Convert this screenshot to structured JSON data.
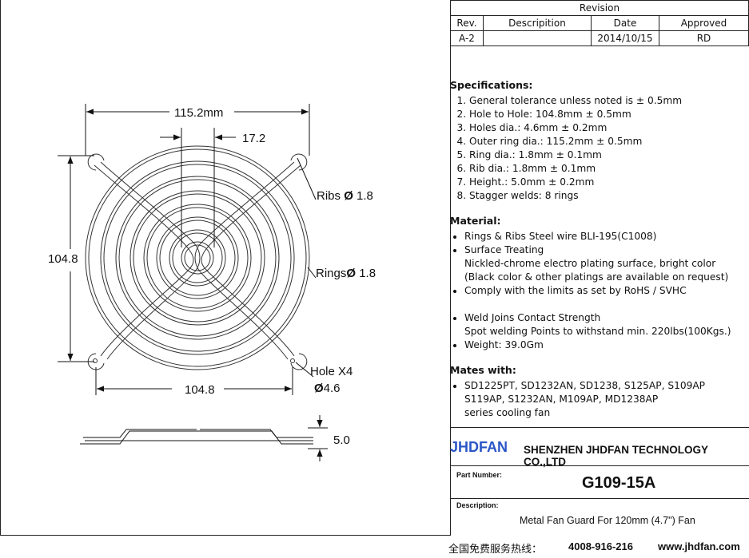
{
  "revision": {
    "title": "Revision",
    "headers": [
      "Rev.",
      "Descripition",
      "Date",
      "Approved"
    ],
    "row": [
      "A-2",
      "",
      "2014/10/15",
      "RD"
    ]
  },
  "specifications": {
    "title": "Specifications:",
    "items": [
      "General tolerance unless noted is ± 0.5mm",
      "Hole to Hole: 104.8mm ± 0.5mm",
      "Holes dia.: 4.6mm ± 0.2mm",
      "Outer ring dia.: 115.2mm ± 0.5mm",
      "Ring  dia.: 1.8mm ± 0.1mm",
      "Rib  dia.: 1.8mm ± 0.1mm",
      "Height.: 5.0mm ± 0.2mm",
      "Stagger welds: 8 rings"
    ]
  },
  "material": {
    "title": "Material:",
    "items": [
      "Rings & Ribs Steel wire BLI-195(C1008)",
      "Surface Treating",
      "Nickled-chrome electro plating surface, bright color",
      "(Black color & other platings are available on request)",
      "Comply with the limits as set by RoHS / SVHC",
      "Weld Joins Contact Strength",
      "Spot welding Points to withstand min. 220lbs(100Kgs.)",
      "Weight: 39.0Gm"
    ]
  },
  "mates": {
    "title": "Mates with:",
    "line1": "SD1225PT, SD1232AN, SD1238, S125AP, S109AP",
    "line2": "S119AP, S1232AN, M109AP, MD1238AP",
    "line3": "series cooling fan"
  },
  "title_block": {
    "logo": "JHDFAN",
    "company": "SHENZHEN JHDFAN TECHNOLOGY CO.,LTD",
    "part_number_label": "Part Number:",
    "part_number": "G109-15A",
    "description_label": "Description:",
    "description": "Metal  Fan Guard  For 120mm (4.7\") Fan"
  },
  "footer": {
    "hotline": "全国免费服务热线：",
    "phone": "4008-916-216",
    "website": "www.jhdfan.com"
  },
  "drawing": {
    "dim_outer": "115.2mm",
    "dim_ring_gap": "17.2",
    "ribs_label": "Ribs",
    "ribs_value": "1.8",
    "rings_label": "Rings",
    "rings_value": "1.8",
    "dim_vertical": "104.8",
    "dim_bottom": "104.8",
    "hole_label": "Hole X4",
    "hole_value": "4.6",
    "height_value": "5.0",
    "diameter_symbol": "Ø"
  }
}
